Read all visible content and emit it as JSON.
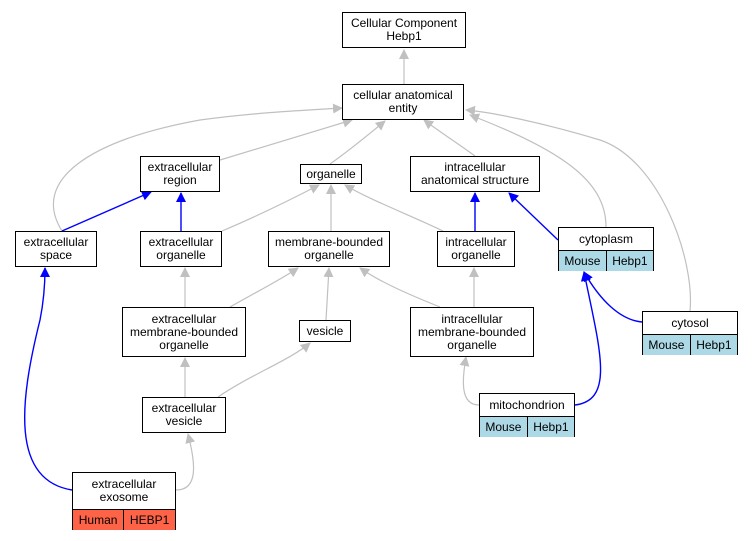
{
  "colors": {
    "edge_gray": "#c0c0c0",
    "edge_blue": "#0000ff",
    "mouse_tag": "#add8e6",
    "human_tag": "#ff6347"
  },
  "nodes": {
    "root": "Cellular Component\nHebp1",
    "cae": "cellular anatomical\nentity",
    "ext_region": "extracellular\nregion",
    "organelle": "organelle",
    "intra_struct": "intracellular\nanatomical structure",
    "ext_space": "extracellular\nspace",
    "ext_organelle": "extracellular\norganelle",
    "mb_organelle": "membrane-bounded\norganelle",
    "intra_organelle": "intracellular\norganelle",
    "cytoplasm": "cytoplasm",
    "cytosol": "cytosol",
    "ext_mb_organelle": "extracellular\nmembrane-bounded\norganelle",
    "vesicle": "vesicle",
    "intra_mb_organelle": "intracellular\nmembrane-bounded\norganelle",
    "ext_vesicle": "extracellular\nvesicle",
    "mitochondrion": "mitochondrion",
    "exosome": "extracellular\nexosome"
  },
  "tags": {
    "cytoplasm": [
      "Mouse",
      "Hebp1"
    ],
    "cytosol": [
      "Mouse",
      "Hebp1"
    ],
    "mitochondrion": [
      "Mouse",
      "Hebp1"
    ],
    "exosome": [
      "Human",
      "HEBP1"
    ]
  }
}
